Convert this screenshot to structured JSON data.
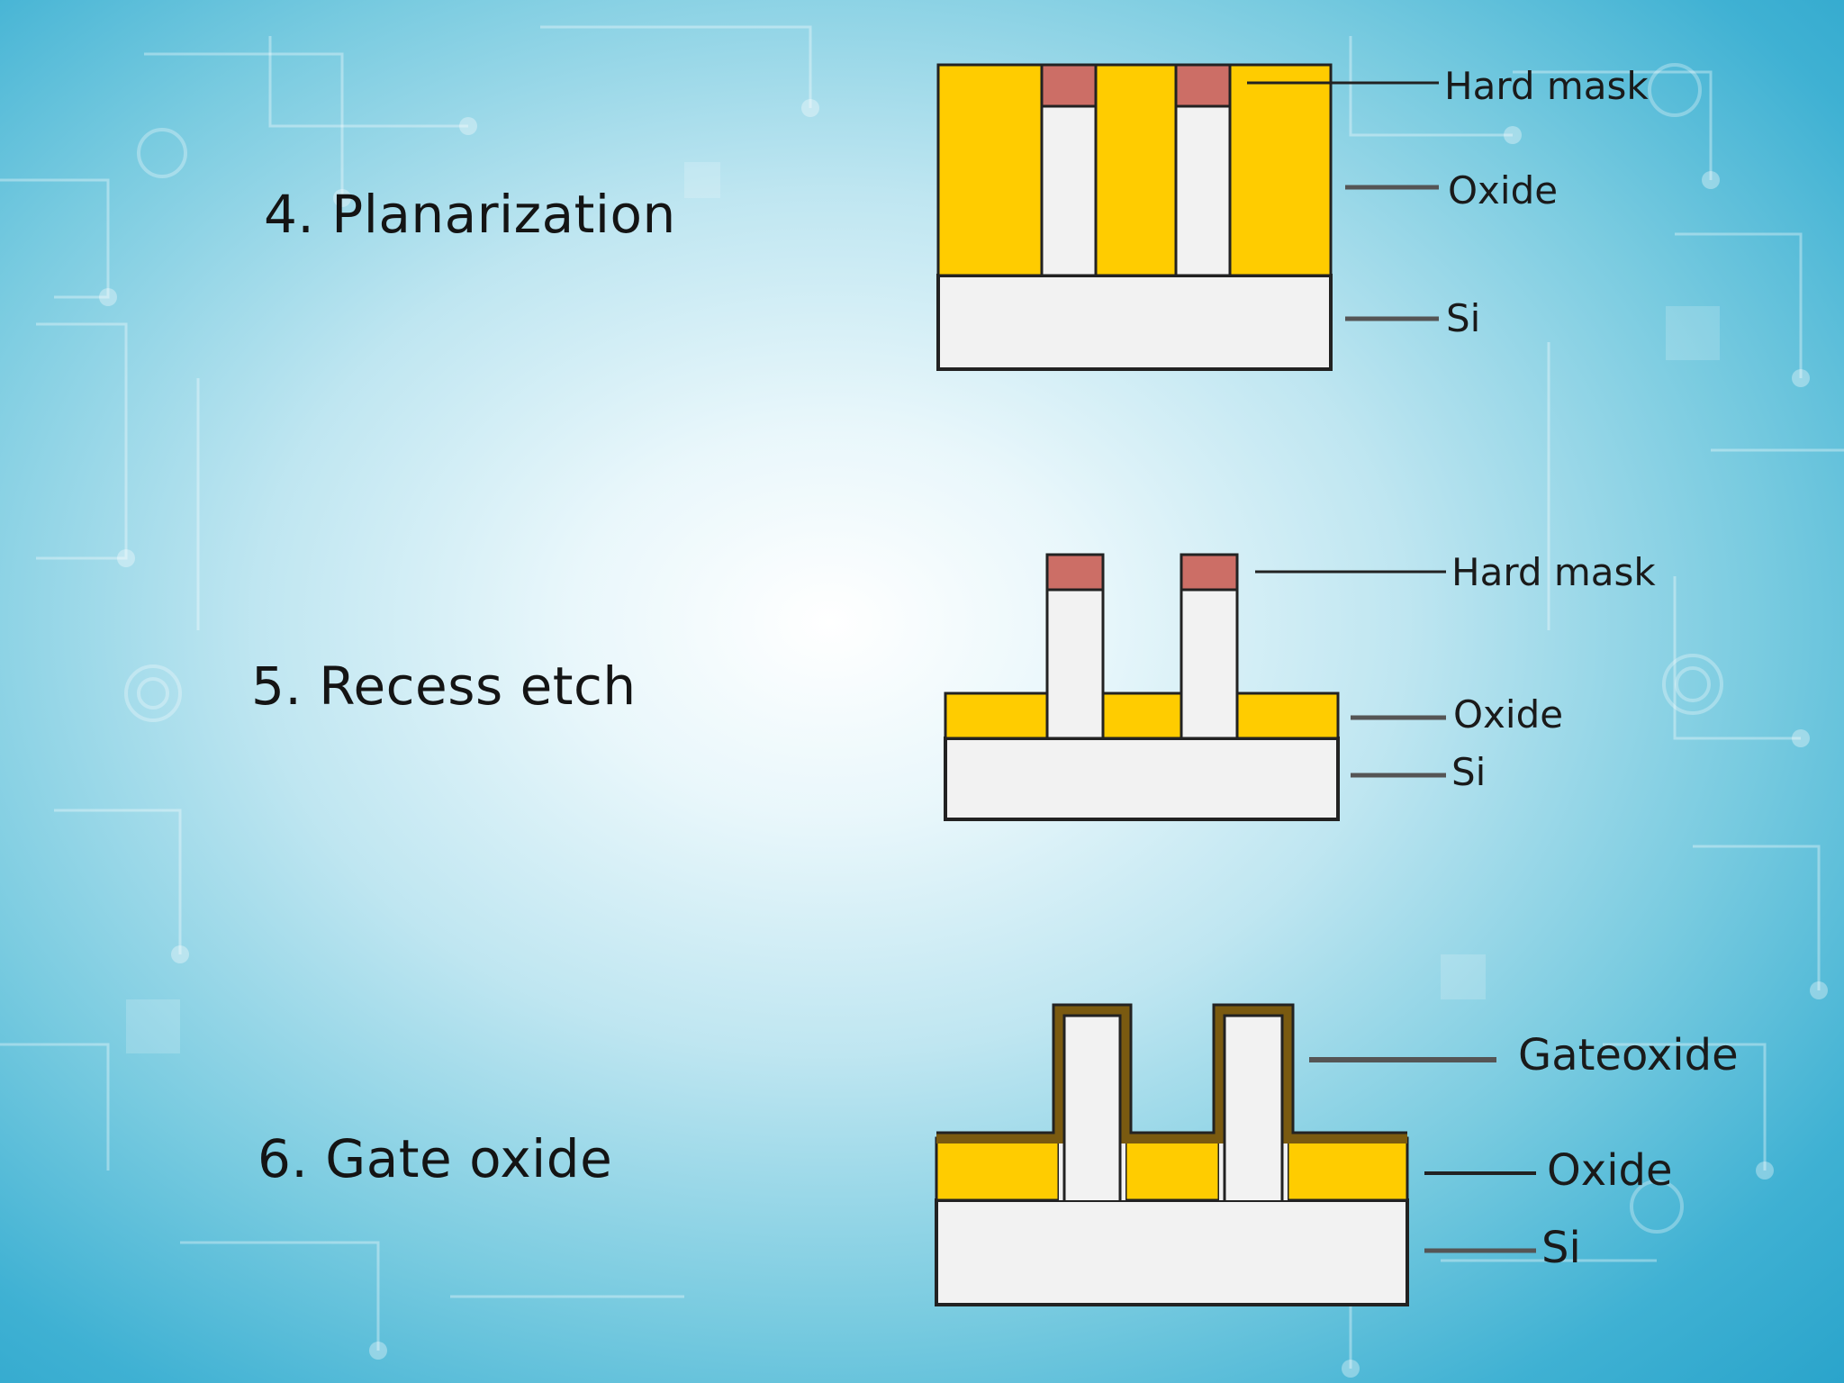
{
  "steps": [
    {
      "title": "4. Planarization",
      "labels": {
        "hard_mask": "Hard mask",
        "oxide": "Oxide",
        "si": "Si"
      }
    },
    {
      "title": "5. Recess etch",
      "labels": {
        "hard_mask": "Hard mask",
        "oxide": "Oxide",
        "si": "Si"
      }
    },
    {
      "title": "6. Gate oxide",
      "labels": {
        "gate_oxide": "Gateoxide",
        "oxide": "Oxide",
        "si": "Si"
      }
    }
  ],
  "colors": {
    "oxide": "#ffcc00",
    "si": "#f2f2f2",
    "hard_mask": "#cc6e66",
    "gate_oxide": "#7a5a10",
    "outline": "#222222",
    "leader_line": "#555555"
  }
}
